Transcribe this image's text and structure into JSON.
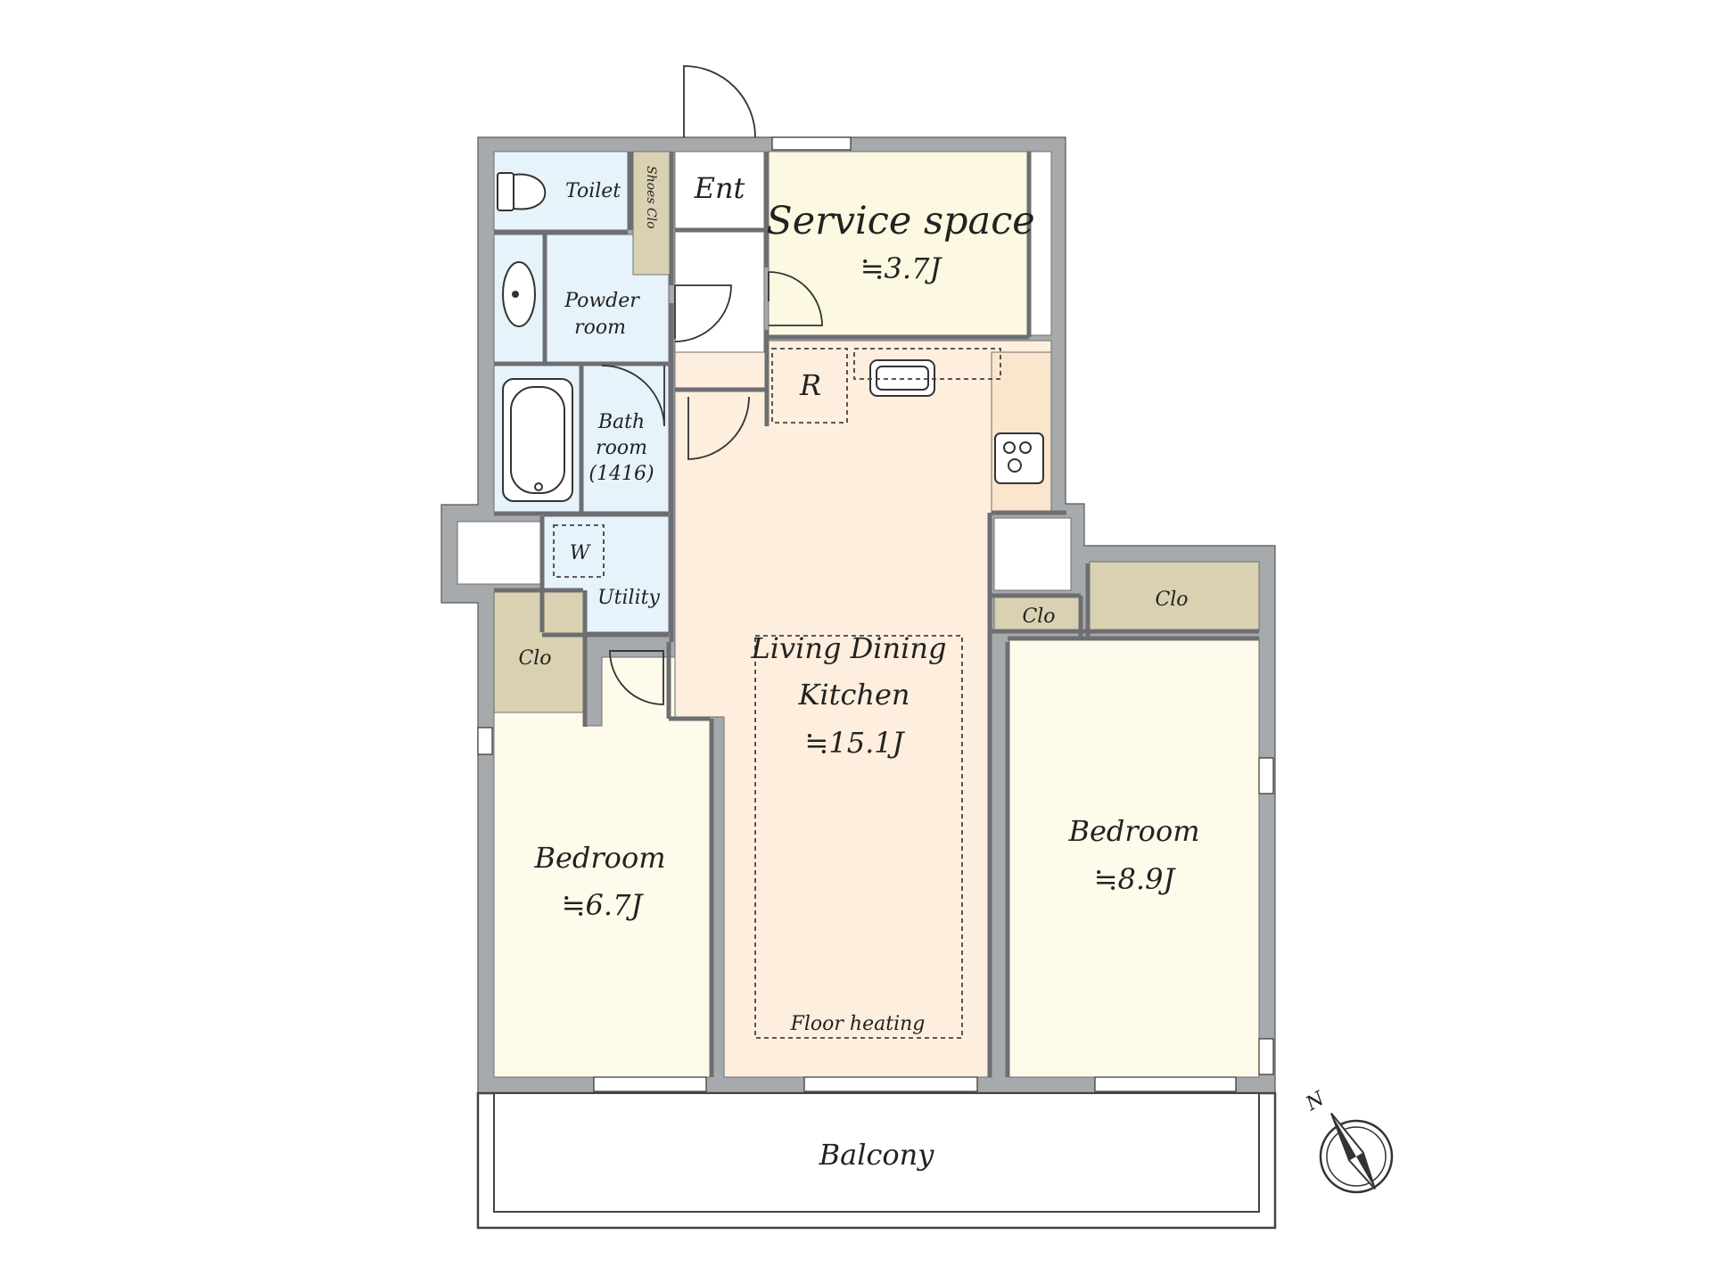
{
  "colors": {
    "wet_area": "#e6f3fb",
    "living": "#fdeedd",
    "kitchen_counter": "#f9e6cc",
    "room": "#fefbeb",
    "service": "#fcf8e1",
    "closet": "#d9d1b1",
    "wall": "#a7aaac",
    "hall": "#ffffff"
  },
  "rooms": {
    "toilet": "Toilet",
    "shoes_clo": "Shoes Clo",
    "entrance": "Ent",
    "service_space": {
      "name": "Service space",
      "area": "≒3.7J"
    },
    "powder_room": {
      "line1": "Powder",
      "line2": "room"
    },
    "refrigerator": "R",
    "bath_room": {
      "line1": "Bath",
      "line2": "room",
      "line3": "(1416)"
    },
    "washer": "W",
    "utility": "Utility",
    "ldk": {
      "line1": "Living Dining",
      "line2": "Kitchen",
      "area": "≒15.1J",
      "floor_heating": "Floor heating"
    },
    "closet_left": "Clo",
    "closet_small": "Clo",
    "closet_right": "Clo",
    "bedroom_left": {
      "name": "Bedroom",
      "area": "≒6.7J"
    },
    "bedroom_right": {
      "name": "Bedroom",
      "area": "≒8.9J"
    },
    "balcony": "Balcony"
  },
  "compass": {
    "label": "N",
    "icon": "north-arrow-icon"
  }
}
